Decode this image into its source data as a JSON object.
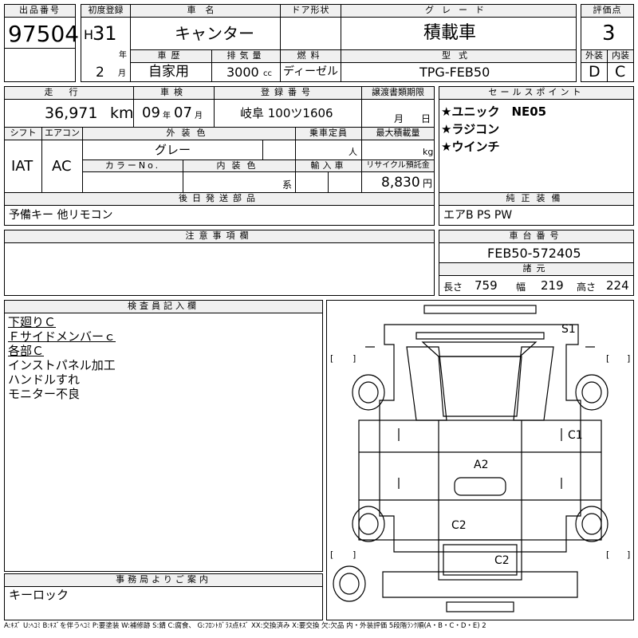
{
  "header": {
    "lot_label": "出品番号",
    "lot_value": "97504",
    "first_reg_label": "初度登録",
    "era": "H",
    "year": "31",
    "year_unit": "年",
    "month": "2",
    "month_unit": "月",
    "car_name_label": "車名",
    "car_name": "キャンター",
    "door_label": "ドア形状",
    "door_value": "",
    "grade_label": "グレード",
    "grade_value": "積載車",
    "score_label": "評価点",
    "score_value": "3",
    "history_label": "車歴",
    "history_value": "自家用",
    "displacement_label": "排気量",
    "displacement_value": "3000",
    "displacement_unit": "cc",
    "fuel_label": "燃料",
    "fuel_value": "ディーゼル",
    "model_label": "型式",
    "model_value": "TPG-FEB50",
    "ext_label": "外装",
    "ext_value": "D",
    "int_label": "内装",
    "int_value": "C"
  },
  "row2": {
    "mileage_label": "走行",
    "mileage_value": "36,971",
    "mileage_unit": "km",
    "inspection_label": "車検",
    "inspection_year": "09",
    "inspection_year_unit": "年",
    "inspection_month": "07",
    "inspection_month_unit": "月",
    "reg_no_label": "登録番号",
    "reg_no_value": "岐阜 100ツ1606",
    "transfer_label": "譲渡書類期限",
    "transfer_month_unit": "月",
    "transfer_day_unit": "日",
    "shift_label": "シフト",
    "shift_value": "IAT",
    "ac_label": "エアコン",
    "ac_value": "AC",
    "ext_color_label": "外装色",
    "ext_color_value": "グレー",
    "capacity_label": "乗車定員",
    "capacity_unit": "人",
    "max_load_label": "最大積載量",
    "max_load_unit": "kg",
    "color_no_label": "カラーNo.",
    "int_color_label": "内装色",
    "int_color_unit": "系",
    "import_label": "輸入車",
    "recycle_label": "リサイクル預託金",
    "recycle_value": "8,830",
    "recycle_unit": "円",
    "later_parts_label": "後日発送部品",
    "later_parts_value": "予備キー 他リモコン"
  },
  "sales": {
    "label": "セールスポイント",
    "points": [
      "★ユニック　NE05",
      "★ラジコン",
      "★ウインチ"
    ]
  },
  "equipment": {
    "label": "純正装備",
    "value": "エアB PS PW"
  },
  "notes": {
    "label": "注意事項欄",
    "value": ""
  },
  "chassis": {
    "label": "車台番号",
    "value": "FEB50-572405",
    "dims_label": "諸元",
    "length_label": "長さ",
    "length_value": "759",
    "width_label": "幅",
    "width_value": "219",
    "height_label": "高さ",
    "height_value": "224"
  },
  "inspector": {
    "label": "検査員記入欄",
    "lines": [
      "下廻りＣ",
      "Ｆサイドメンバーｃ",
      "各部Ｃ",
      "インストパネル加工",
      "ハンドルすれ",
      "モニター不良"
    ]
  },
  "diagram": {
    "marks": [
      "S1",
      "C1",
      "A2",
      "C2",
      "C2"
    ]
  },
  "office": {
    "label": "事務局よりご案内",
    "value": "キーロック"
  },
  "legend": "A:ｷｽﾞ U:ﾍｺﾐ B:ｷｽﾞを伴うﾍｺﾐ P:要塗装 W:補修跡 S:錆 C:腐食、 G:ﾌﾛﾝﾄｶﾞﾗｽ点ｷｽﾞ XX:交換済み X:要交換 欠:欠品 内・外装評価 5段階ﾗﾝｸ順(A・B・C・D・E) 2"
}
